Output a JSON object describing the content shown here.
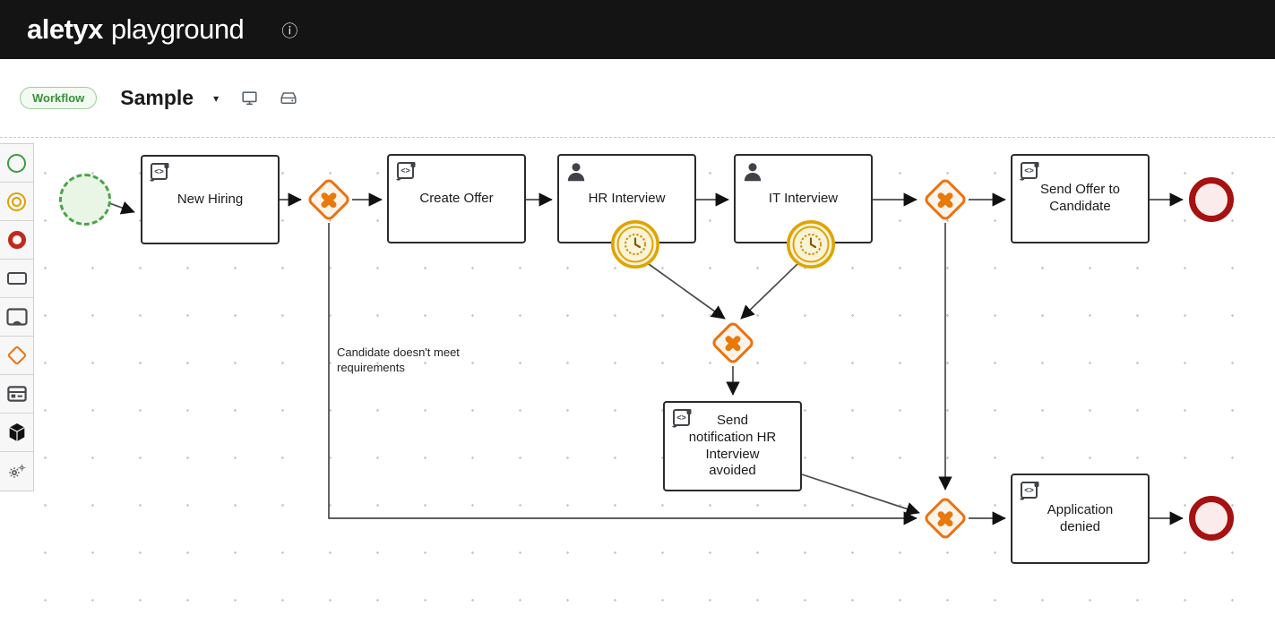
{
  "header": {
    "brand_bold": "aletyx",
    "brand_light": "playground",
    "info_icon": "ⓘ"
  },
  "toolbar": {
    "badge_label": "Workflow",
    "workflow_name": "Sample",
    "caret": "▾",
    "icons": [
      "monitor-icon",
      "drive-icon"
    ]
  },
  "palette": {
    "items": [
      "start-event-icon",
      "intermediate-event-icon",
      "end-event-icon",
      "task-icon",
      "subprocess-icon",
      "gateway-icon",
      "container-icon",
      "custom-task-icon",
      "service-task-icon"
    ]
  },
  "diagram": {
    "tasks": [
      {
        "label": "New Hiring",
        "type": "script"
      },
      {
        "label": "Create Offer",
        "type": "script"
      },
      {
        "label": "HR Interview",
        "type": "user"
      },
      {
        "label": "IT Interview",
        "type": "user"
      },
      {
        "label": "Send Offer to Candidate",
        "type": "script"
      },
      {
        "label": "Send notification HR Interview avoided",
        "type": "script"
      },
      {
        "label": "Application denied",
        "type": "script"
      }
    ],
    "events": {
      "start": "start-event",
      "end_approved": "end-event",
      "end_denied": "end-event",
      "timer_hr": "timer-boundary-event",
      "timer_it": "timer-boundary-event"
    },
    "gateways": [
      "exclusive-x",
      "exclusive-x",
      "exclusive-x",
      "exclusive-x"
    ],
    "edge_labels": {
      "candidate": "Candidate doesn't meet requirements"
    }
  },
  "colors": {
    "header_bg": "#141414",
    "badge_green": "#3a8f3a",
    "start_green": "#4ba34b",
    "gateway_orange": "#ec7211",
    "timer_gold": "#d9a404",
    "end_red": "#a61111"
  }
}
